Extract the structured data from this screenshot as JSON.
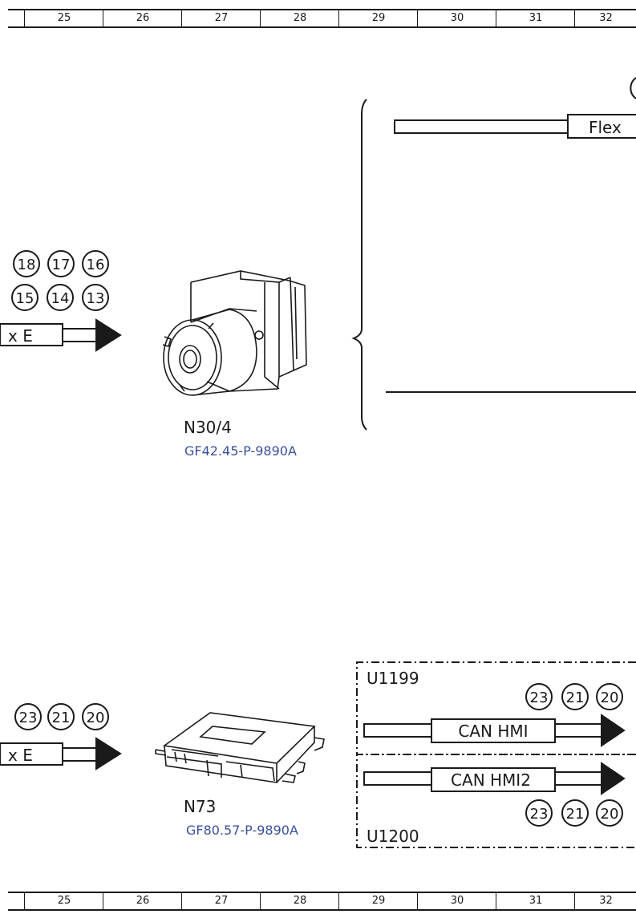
{
  "ruler": {
    "columns": [
      "25",
      "26",
      "27",
      "28",
      "29",
      "30",
      "31",
      "32"
    ]
  },
  "top_section": {
    "left_circles_row1": [
      "18",
      "17",
      "16"
    ],
    "left_circles_row2": [
      "15",
      "14",
      "13"
    ],
    "left_arrow_label": "x E",
    "component_id": "N30/4",
    "component_ref": "GF42.45-P-9890A",
    "bus_label": "Flex"
  },
  "bottom_section": {
    "left_circles": [
      "23",
      "21",
      "20"
    ],
    "left_arrow_label": "x E",
    "component_id": "N73",
    "component_ref": "GF80.57-P-9890A",
    "group1_id": "U1199",
    "group1_circles": [
      "23",
      "21",
      "20"
    ],
    "group1_bus": "CAN HMI",
    "group2_id": "U1200",
    "group2_circles": [
      "23",
      "21",
      "20"
    ],
    "group2_bus": "CAN HMI2"
  },
  "colors": {
    "reference_link": "#3a4f9a",
    "line": "#1a1a1a"
  }
}
